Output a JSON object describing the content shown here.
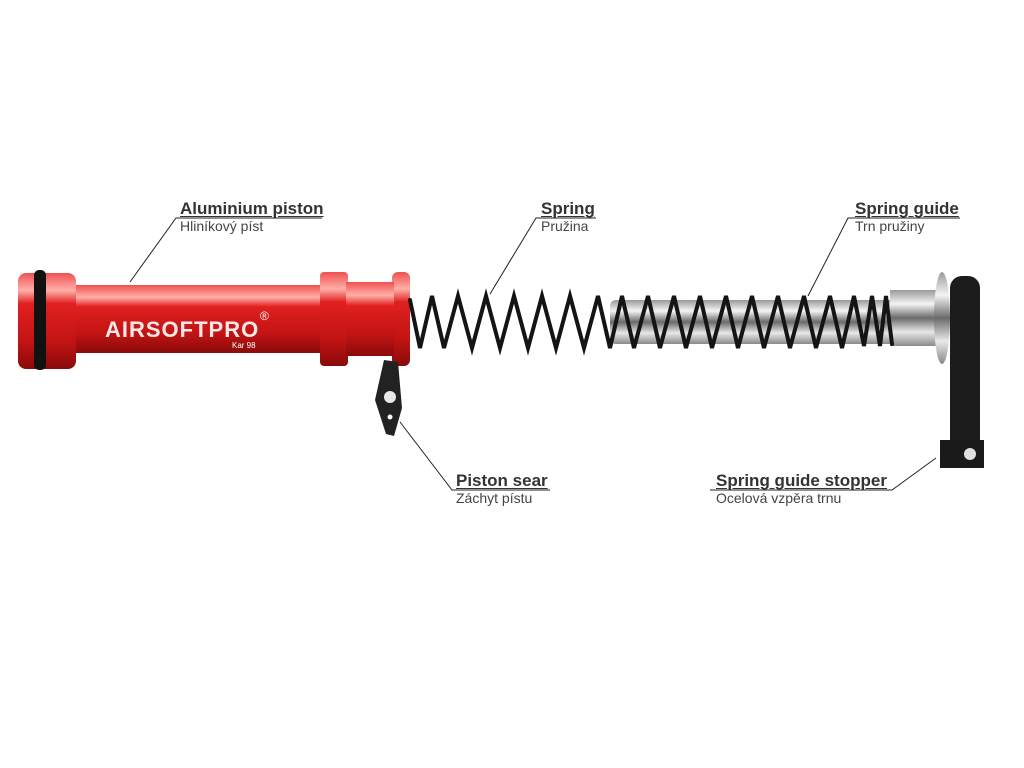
{
  "labels": {
    "piston": {
      "title": "Aluminium piston",
      "sub": "Hliníkový píst"
    },
    "spring": {
      "title": "Spring",
      "sub": "Pružina"
    },
    "spring_guide": {
      "title": "Spring guide",
      "sub": "Trn pružiny"
    },
    "piston_sear": {
      "title": "Piston sear",
      "sub": "Záchyt pístu"
    },
    "guide_stopper": {
      "title": "Spring guide stopper",
      "sub": "Ocelová vzpěra trnu"
    }
  },
  "branding": {
    "logo": "AIRSOFTPRO",
    "registered": "®",
    "model": "Kar 98"
  },
  "colors": {
    "piston_red": "#d81e1e",
    "piston_dark": "#9a0d0d",
    "spring": "#151515",
    "steel": "#c8c8c8",
    "stopper": "#1c1c1c"
  }
}
